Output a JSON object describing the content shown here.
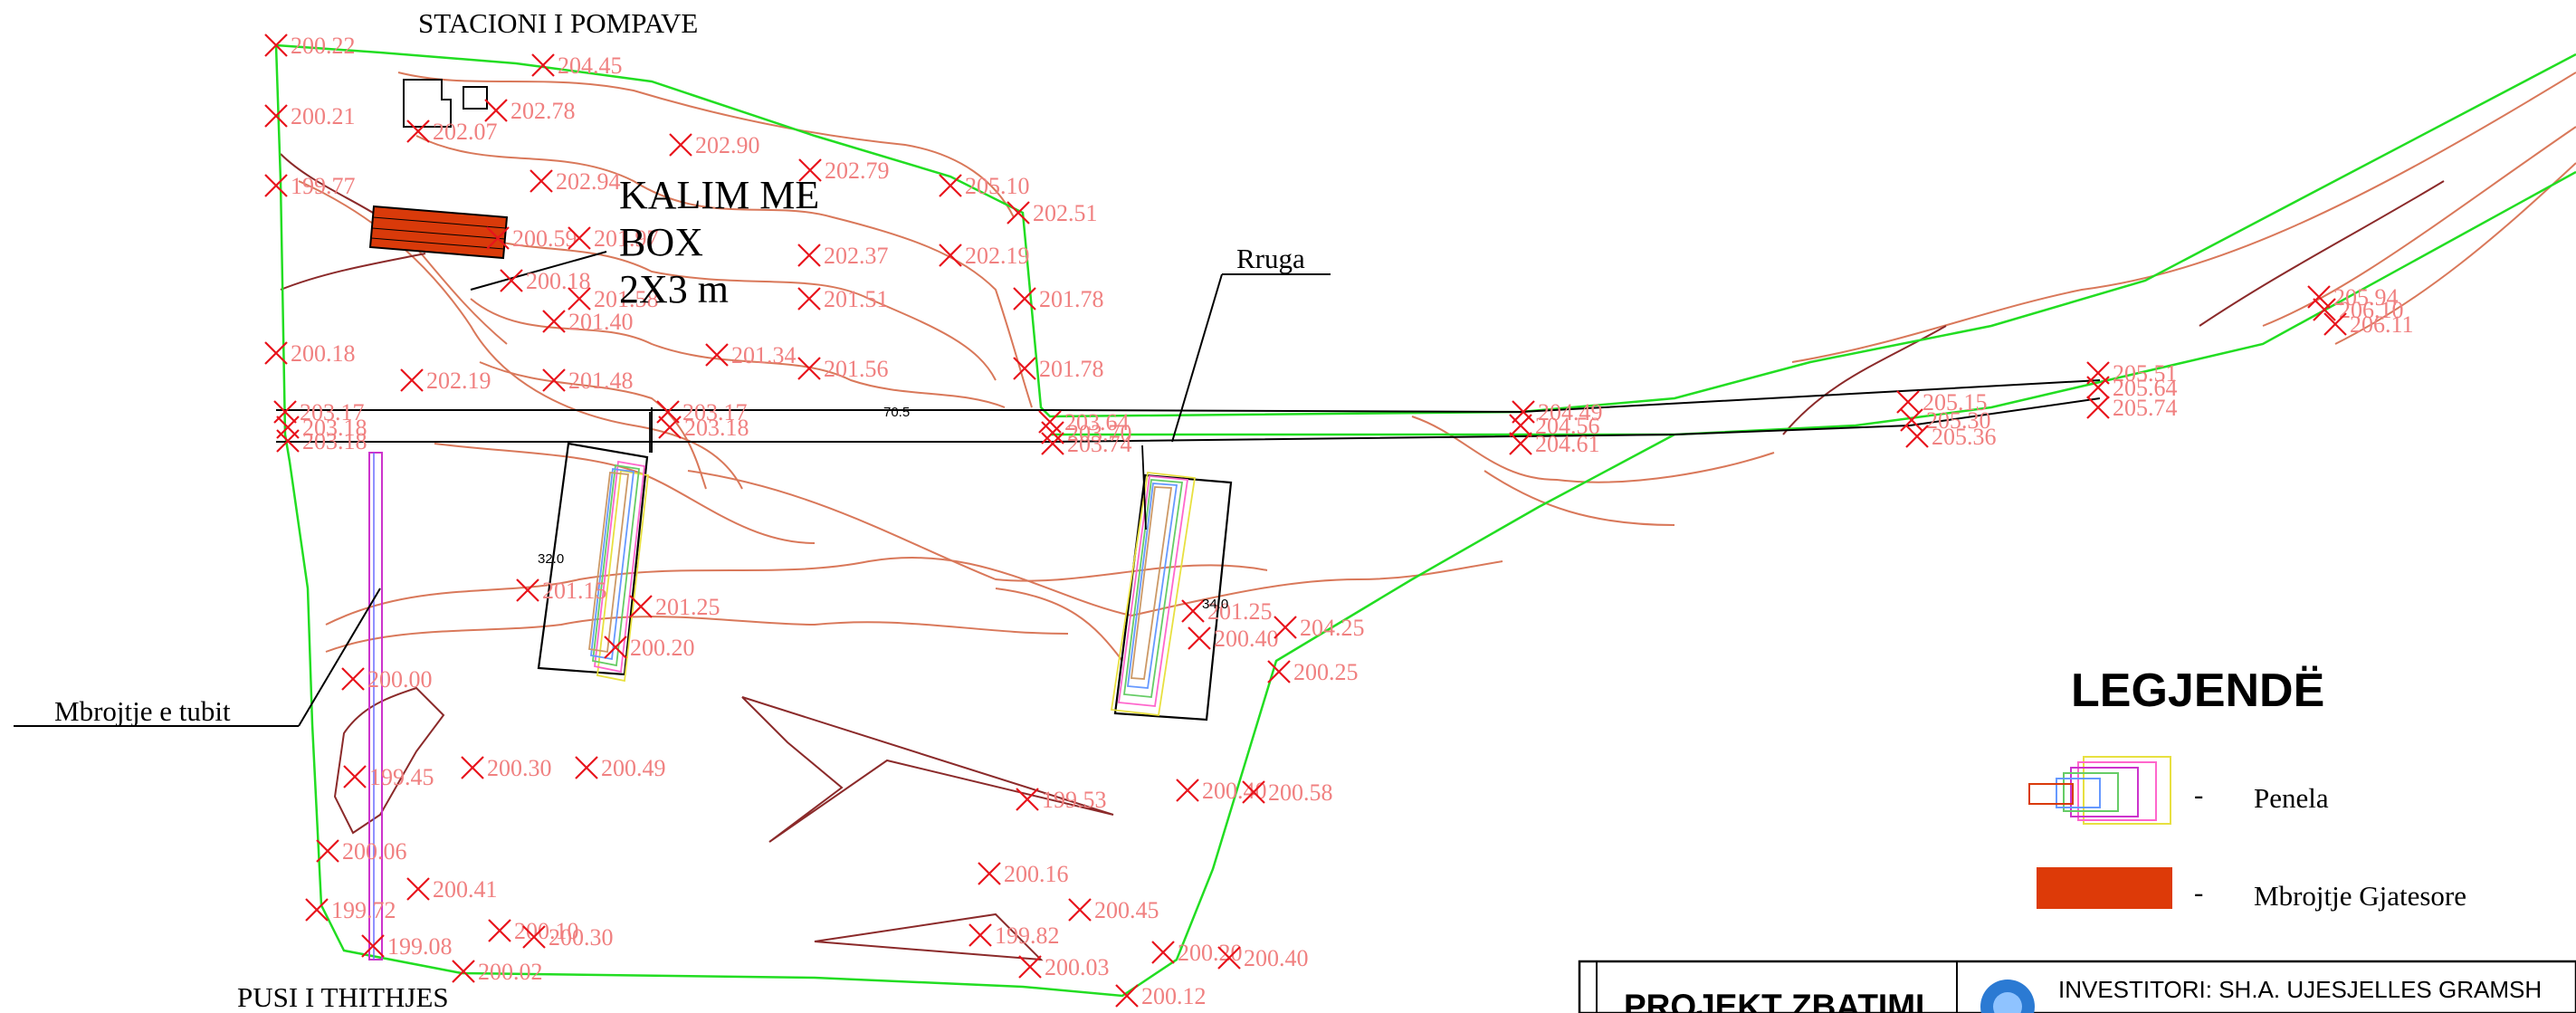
{
  "labels": {
    "pump_station": "STACIONI I POMPAVE",
    "box_line1": "KALIM ME",
    "box_line2": "BOX",
    "box_line3": "2X3 m",
    "road": "Rruga",
    "pipe_protection": "Mbrojtje e tubit",
    "well": "PUSI I THITHJES",
    "dim_road": "70.5",
    "dim_left": "32.0",
    "dim_right": "34.0"
  },
  "legend": {
    "title": "LEGJENDË",
    "items": [
      {
        "dash": "-",
        "label": "Penela"
      },
      {
        "dash": "-",
        "label": "Mbrojtje Gjatesore"
      }
    ]
  },
  "title_block": {
    "project": "PROJEKT ZBATIMI",
    "investor": "INVESTITORI: SH.A. UJESJELLES GRAMSH"
  },
  "spot_heights": [
    "200.22",
    "200.21",
    "199.77",
    "200.18",
    "203.17",
    "203.18",
    "203.18",
    "202.07",
    "202.78",
    "204.45",
    "202.90",
    "202.94",
    "202.79",
    "205.10",
    "202.51",
    "200.59",
    "201.97",
    "202.37",
    "202.19",
    "200.18",
    "201.58",
    "201.51",
    "201.78",
    "201.40",
    "201.34",
    "201.56",
    "201.78",
    "202.19",
    "201.48",
    "203.17",
    "203.18",
    "203.64",
    "203.70",
    "203.74",
    "204.49",
    "204.56",
    "204.61",
    "205.15",
    "205.30",
    "205.36",
    "205.51",
    "205.64",
    "205.74",
    "205.94",
    "206.10",
    "206.11",
    "201.15",
    "201.25",
    "200.20",
    "201.25",
    "200.40",
    "204.25",
    "200.25",
    "200.00",
    "199.45",
    "200.30",
    "200.49",
    "199.53",
    "200.40",
    "200.58",
    "200.06",
    "200.41",
    "199.72",
    "199.08",
    "200.10",
    "200.30",
    "200.02",
    "200.16",
    "200.45",
    "199.82",
    "200.03",
    "200.20",
    "200.40",
    "200.12"
  ],
  "colors": {
    "contour": "#d9785a",
    "boundary": "#22dd22",
    "spot_text": "#f08080",
    "spot_mark": "#e8141c",
    "dark_contour": "#8b2a2a",
    "protection": "#d93a0a",
    "pipe": "#cc33cc"
  }
}
